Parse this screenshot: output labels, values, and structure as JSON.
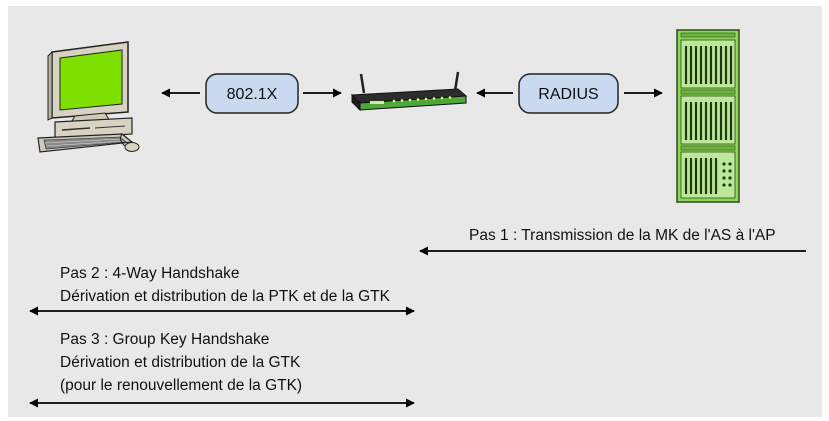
{
  "diagram": {
    "protocols": {
      "left_pill": "802.1X",
      "right_pill": "RADIUS"
    },
    "steps": {
      "step1": "Pas 1 : Transmission de la MK de l'AS à l'AP",
      "step2_title": "Pas 2 : 4-Way Handshake",
      "step2_detail": "Dérivation et distribution de la PTK et de la GTK",
      "step3_title": "Pas 3 : Group Key Handshake",
      "step3_detail1": "Dérivation et distribution de la GTK",
      "step3_detail2": "(pour le renouvellement de la GTK)"
    },
    "devices": [
      "computer-icon",
      "access-point-icon",
      "server-rack-icon"
    ],
    "colors": {
      "background": "#e8e8e8",
      "pill_fill": "#c9d9ef",
      "screen_green": "#7fe000",
      "rack_green": "#8fd85a",
      "router_green": "#4ea83a"
    }
  }
}
